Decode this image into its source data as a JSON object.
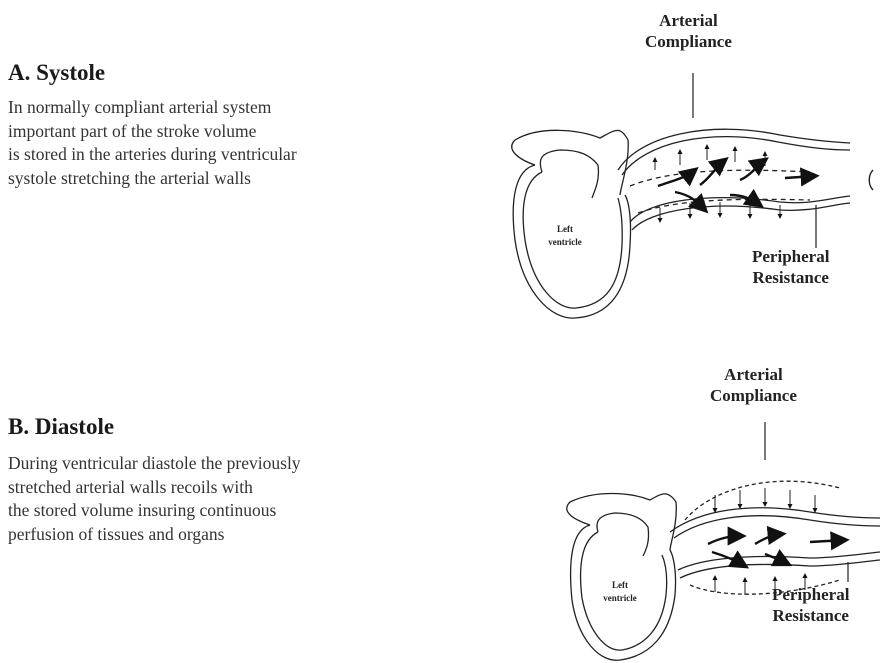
{
  "panels": {
    "systole": {
      "title": "A. Systole",
      "body_lines": [
        "In normally compliant arterial system",
        "important part of the stroke volume",
        "is stored in the arteries during ventricular",
        "systole stretching the arterial walls"
      ],
      "labels": {
        "compliance": [
          "Arterial",
          "Compliance"
        ],
        "resistance": [
          "Peripheral",
          "Resistance"
        ],
        "ventricle": [
          "Left",
          "ventricle"
        ]
      }
    },
    "diastole": {
      "title": "B. Diastole",
      "body_lines": [
        "During ventricular diastole the previously",
        "stretched arterial walls recoils with",
        "the stored volume insuring continuous",
        "perfusion of tissues and organs"
      ],
      "labels": {
        "compliance": [
          "Arterial",
          "Compliance"
        ],
        "resistance": [
          "Peripheral",
          "Resistance"
        ],
        "ventricle": [
          "Left",
          "ventricle"
        ]
      }
    }
  }
}
